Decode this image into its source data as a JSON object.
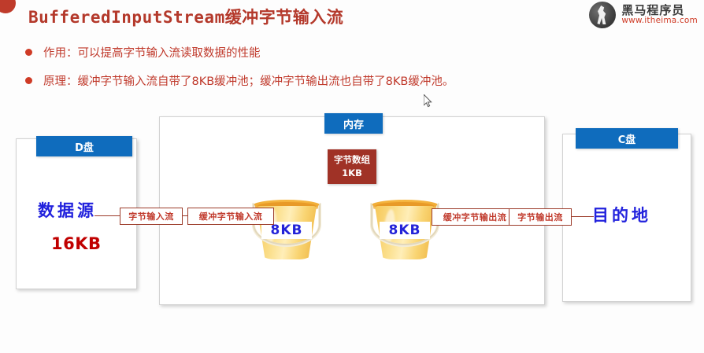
{
  "slide": {
    "title": "BufferedInputStream缓冲字节输入流",
    "bullets": [
      "作用：可以提高字节输入流读取数据的性能",
      "原理：缓冲字节输入流自带了8KB缓冲池；缓冲字节输出流也自带了8KB缓冲池。"
    ]
  },
  "logo": {
    "name": "黑马程序员",
    "url": "www.itheima.com",
    "mark": "horse-logo-icon"
  },
  "diagram": {
    "left_panel": {
      "header": "D盘",
      "source_label": "数据源",
      "size_label": "16KB"
    },
    "right_panel": {
      "header": "C盘",
      "dest_label": "目的地"
    },
    "center_panel": {
      "header": "内存",
      "byte_array": {
        "name": "字节数组",
        "size": "1KB"
      },
      "buckets": [
        {
          "id": "input-buffer",
          "capacity": "8KB"
        },
        {
          "id": "output-buffer",
          "capacity": "8KB"
        }
      ],
      "stream_labels": {
        "byte_input": "字节输入流",
        "buffered_input": "缓冲字节输入流",
        "buffered_output": "缓冲字节输出流",
        "byte_output": "字节输出流"
      }
    }
  },
  "colors": {
    "title_red": "#b4392b",
    "bullet_red": "#c0392b",
    "header_blue": "#0f6cbd",
    "byte_array_red": "#a03226",
    "hand_blue": "#2222dd",
    "size_red": "#c00000",
    "label_border": "#9c3b2a",
    "bucket_yellow": "#f6c758"
  }
}
